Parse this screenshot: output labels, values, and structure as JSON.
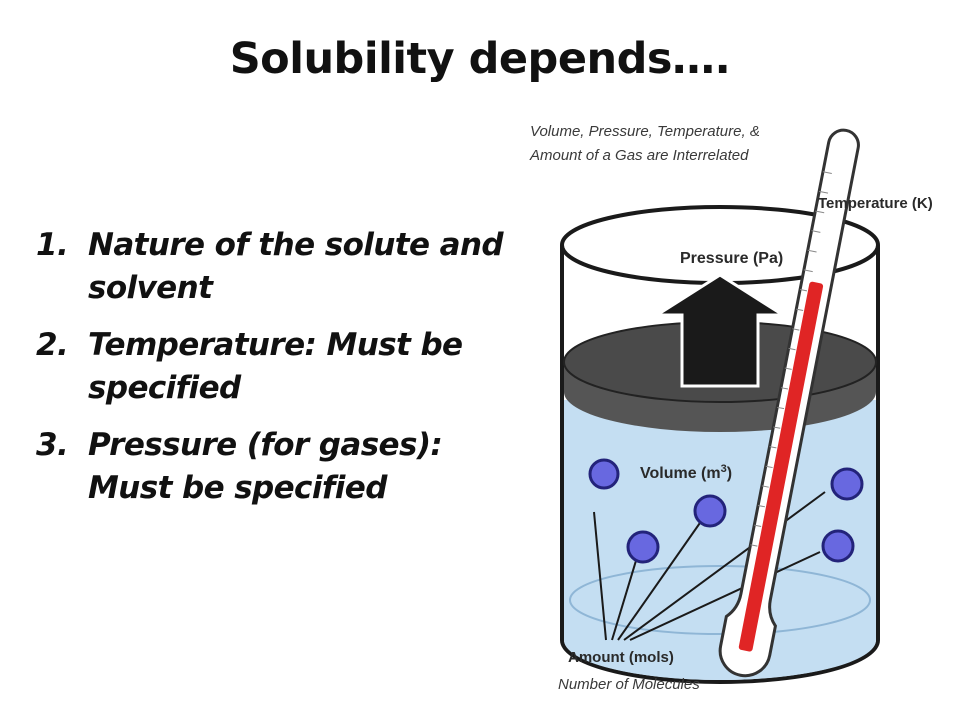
{
  "slide": {
    "title": "Solubility depends….",
    "factors": [
      {
        "number": "1.",
        "text": "Nature of the solute and solvent"
      },
      {
        "number": "2.",
        "text": "Temperature: Must be specified"
      },
      {
        "number": "3.",
        "text": "Pressure (for gases): Must be specified"
      }
    ]
  },
  "diagram": {
    "caption_line1": "Volume, Pressure, Temperature, &",
    "caption_line2": "Amount of a Gas are Interrelated",
    "temperature_label": "Temperature (K)",
    "pressure_label": "Pressure (Pa)",
    "volume_label": "Volume (m",
    "volume_superscript": "3",
    "volume_close": ")",
    "amount_label": "Amount (mols)",
    "molecules_label": "Number of Molecules",
    "colors": {
      "liquid": "#c4def2",
      "piston": "#555555",
      "arrow": "#1a1a1a",
      "molecule": "#6868e0",
      "mercury": "#e02525"
    }
  }
}
